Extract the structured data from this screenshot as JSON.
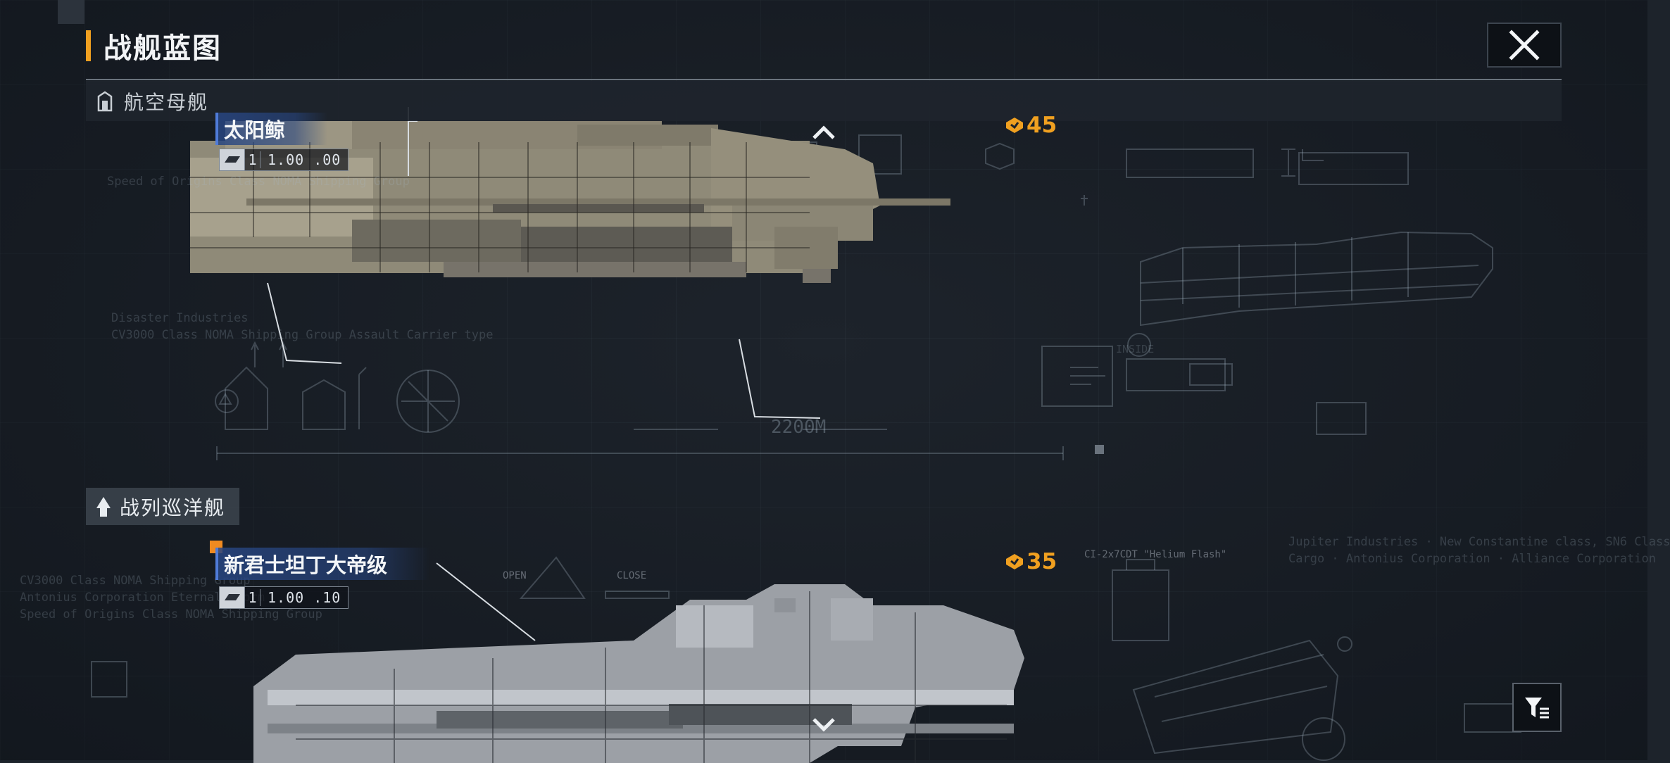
{
  "header": {
    "title": "战舰蓝图"
  },
  "category_bar": {
    "label": "航空母舰"
  },
  "ships": [
    {
      "name": "太阳鲸",
      "level": "1",
      "stat": "1.00 .00",
      "power": "45",
      "length": "2200M"
    },
    {
      "name": "新君士坦丁大帝级",
      "level": "1",
      "stat": "1.00 .10",
      "power": "35",
      "label_open": "OPEN",
      "label_close": "CLOSE"
    }
  ],
  "sections": {
    "battlecruiser": "战列巡洋舰"
  },
  "blueprint_text": {
    "t1": "Speed of Origins Class NOMA Shipping Group",
    "t2": "Disaster Industries",
    "t3": "CV3000 Class NOMA Shipping Group Assault Carrier type",
    "t4": "CV3000 Class NOMA Shipping Group",
    "t5": "Antonius Corporation Eternal Storm",
    "t6": "Speed of Origins Class NOMA Shipping Group",
    "t7": "Jupiter Industries · New Constantine class, SN6 Class",
    "t8": "Cargo · Antonius Corporation · Alliance Corporation",
    "t9": "CI-2x7CDT \"Helium Flash\"",
    "t10": "INSIDE"
  },
  "icons": {
    "close": "close-icon",
    "filter": "filter-icon",
    "carrier": "carrier-icon",
    "battlecruiser": "battlecruiser-icon",
    "power": "power-icon",
    "scroll_up": "chevron-up-icon",
    "scroll_down": "chevron-down-icon"
  },
  "colors": {
    "accent": "#f0a020",
    "name_bar": "#2e4f94",
    "background": "#1d232b"
  }
}
